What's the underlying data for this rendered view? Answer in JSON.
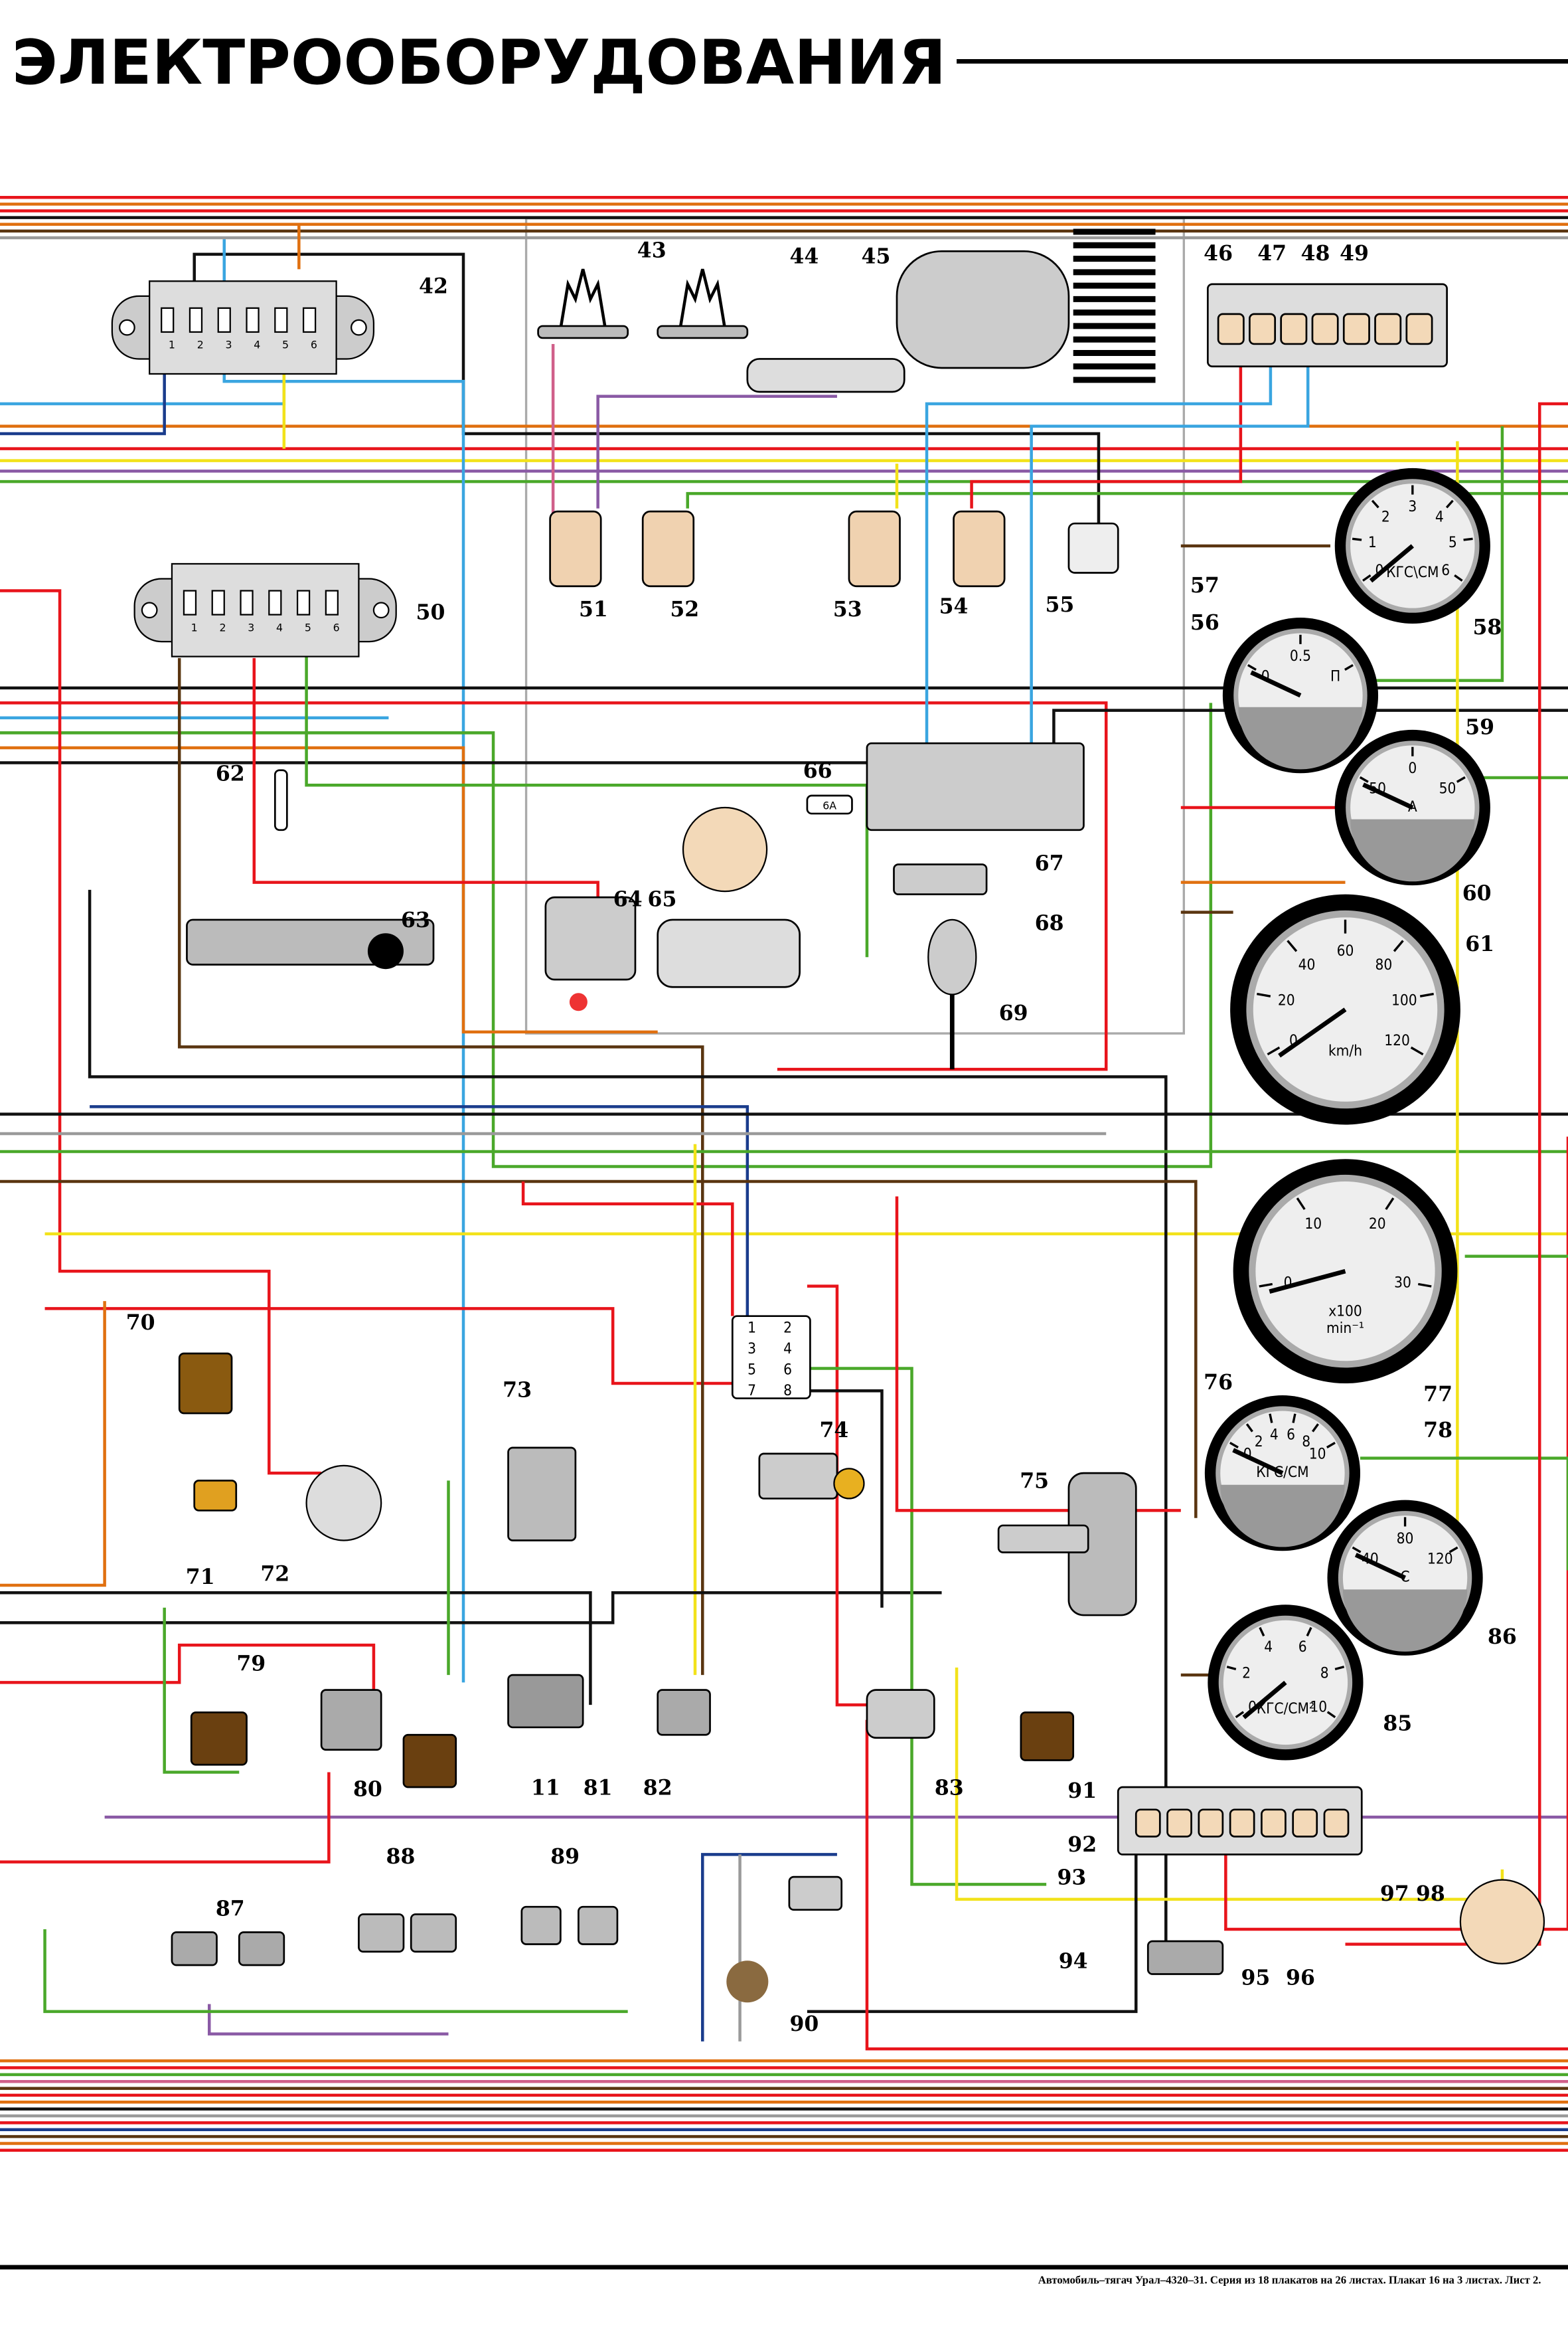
{
  "title": "ЭЛЕКТРООБОРУДОВАНИЯ",
  "footer": "Автомобиль–тягач Урал–4320–31. Серия из 18 плакатов на 26 листах.    Плакат 16 на 3 листах. Лист 2.",
  "callouts": [
    "42",
    "43",
    "44",
    "45",
    "46",
    "47",
    "48",
    "49",
    "50",
    "51",
    "52",
    "53",
    "54",
    "55",
    "56",
    "57",
    "58",
    "59",
    "60",
    "61",
    "62",
    "63",
    "64",
    "65",
    "66",
    "67",
    "68",
    "69",
    "70",
    "71",
    "72",
    "73",
    "74",
    "75",
    "76",
    "77",
    "78",
    "79",
    "80",
    "11",
    "81",
    "82",
    "83",
    "85",
    "86",
    "87",
    "88",
    "89",
    "90",
    "91",
    "92",
    "93",
    "94",
    "95",
    "96",
    "97",
    "98"
  ],
  "fuse_block_pins": [
    "1",
    "2",
    "3",
    "4",
    "5",
    "6"
  ],
  "fuse_66_rating": "6A",
  "connector_74_pins": [
    "1",
    "2",
    "3",
    "4",
    "5",
    "6",
    "7",
    "8"
  ],
  "gauges": {
    "g56": {
      "scale": [
        "0",
        "0.5",
        "П"
      ]
    },
    "g58": {
      "scale": [
        "0",
        "1",
        "2",
        "3",
        "4",
        "5",
        "6"
      ],
      "unit": "КГС\\СМ"
    },
    "g59": {
      "scale": [
        "50",
        "0",
        "50"
      ],
      "unit": "A",
      "minus": "-",
      "plus": "+"
    },
    "g60": {
      "scale": [
        "0",
        "20",
        "40",
        "60",
        "80",
        "100",
        "120"
      ],
      "unit": "km/h"
    },
    "g77": {
      "scale": [
        "0",
        "10",
        "20",
        "30"
      ],
      "unit": "x100",
      "unit2": "min⁻¹"
    },
    "g78": {
      "scale": [
        "0",
        "2",
        "4",
        "6",
        "8",
        "10"
      ],
      "unit": "КГС/СМ"
    },
    "g86": {
      "scale": [
        "40",
        "80",
        "120"
      ],
      "unit": "C"
    },
    "g85": {
      "scale": [
        "0",
        "2",
        "4",
        "6",
        "8",
        "10"
      ],
      "unit": "КГС/СМ²"
    }
  },
  "wire_colors": {
    "red": "#e8141b",
    "orange": "#e07010",
    "green": "#4aa82a",
    "yellow": "#f2e21a",
    "lightblue": "#3aa5e0",
    "darkblue": "#1a3c8c",
    "brown": "#5a3510",
    "black": "#111111",
    "grey": "#9a9a9a",
    "purple": "#8a5aa5",
    "pink": "#d0608a"
  }
}
